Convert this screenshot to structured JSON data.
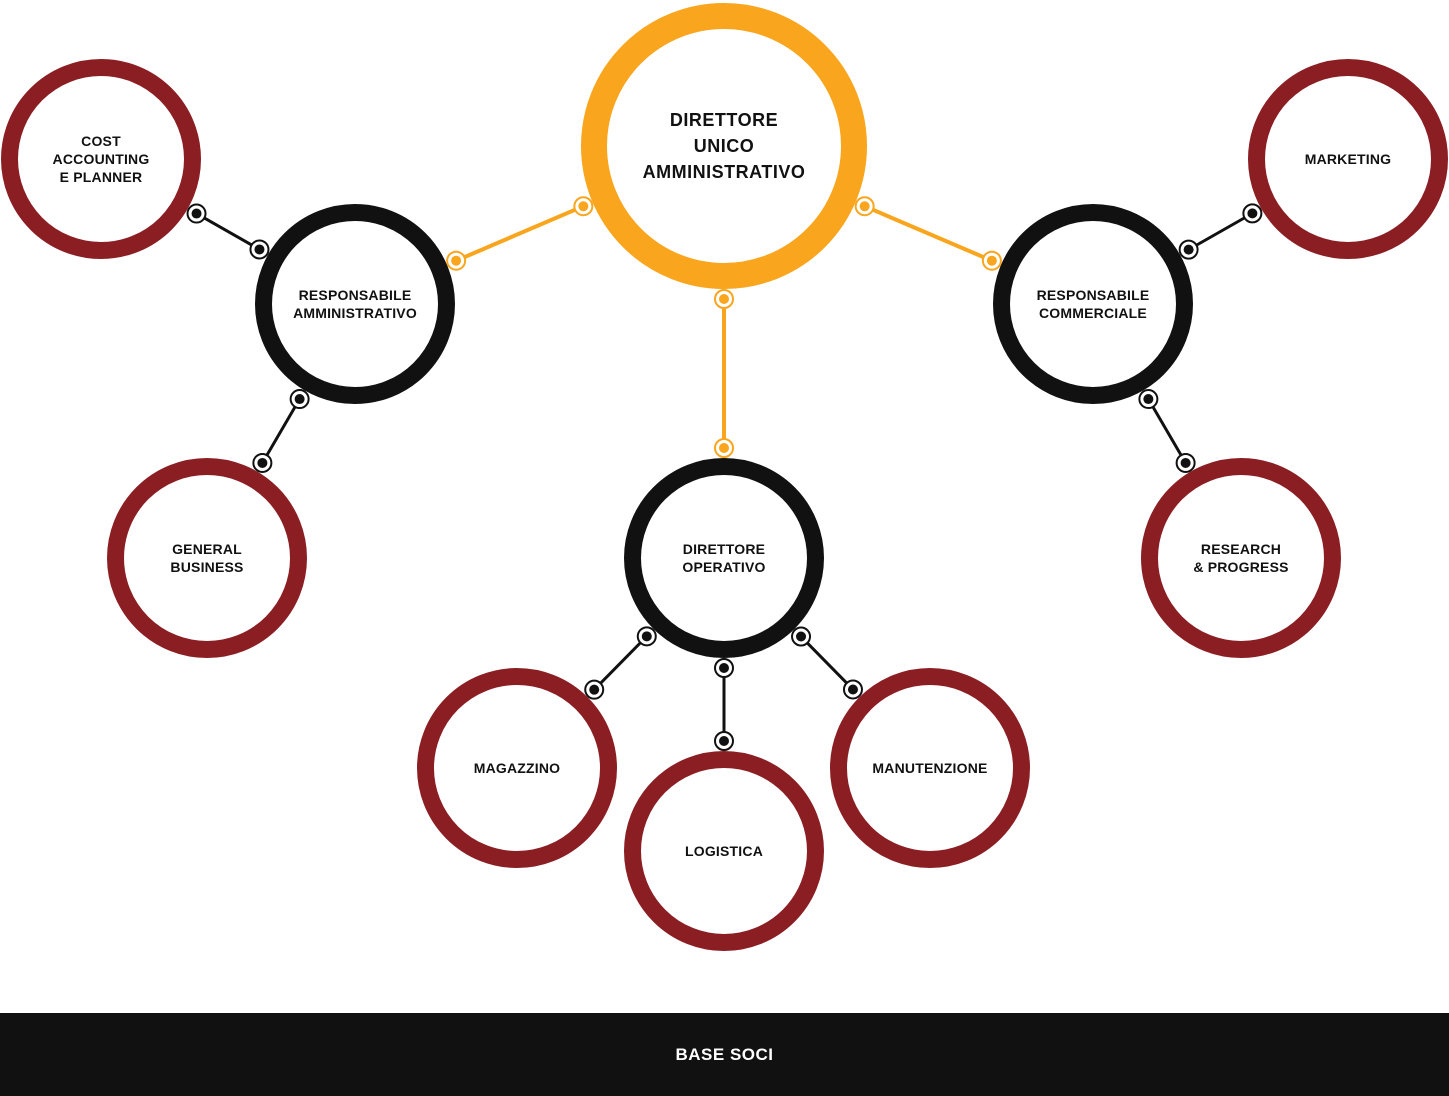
{
  "colors": {
    "top": "#f9a51e",
    "manager": "#111111",
    "department": "#8b1e23",
    "footer": "#111111"
  },
  "nodes": {
    "direttore_unico": "DIRETTORE\nUNICO\nAMMINISTRATIVO",
    "responsabile_amministrativo": "RESPONSABILE\nAMMINISTRATIVO",
    "responsabile_commerciale": "RESPONSABILE\nCOMMERCIALE",
    "direttore_operativo": "DIRETTORE\nOPERATIVO",
    "cost_accounting": "COST\nACCOUNTING\nE PLANNER",
    "general_business": "GENERAL\nBUSINESS",
    "marketing": "MARKETING",
    "research_progress": "RESEARCH\n& PROGRESS",
    "magazzino": "MAGAZZINO",
    "logistica": "LOGISTICA",
    "manutenzione": "MANUTENZIONE"
  },
  "edges": [
    {
      "from": "direttore_unico",
      "to": "responsabile_amministrativo"
    },
    {
      "from": "direttore_unico",
      "to": "responsabile_commerciale"
    },
    {
      "from": "direttore_unico",
      "to": "direttore_operativo"
    },
    {
      "from": "responsabile_amministrativo",
      "to": "cost_accounting"
    },
    {
      "from": "responsabile_amministrativo",
      "to": "general_business"
    },
    {
      "from": "responsabile_commerciale",
      "to": "marketing"
    },
    {
      "from": "responsabile_commerciale",
      "to": "research_progress"
    },
    {
      "from": "direttore_operativo",
      "to": "magazzino"
    },
    {
      "from": "direttore_operativo",
      "to": "logistica"
    },
    {
      "from": "direttore_operativo",
      "to": "manutenzione"
    }
  ],
  "footer": {
    "label": "BASE SOCI"
  }
}
